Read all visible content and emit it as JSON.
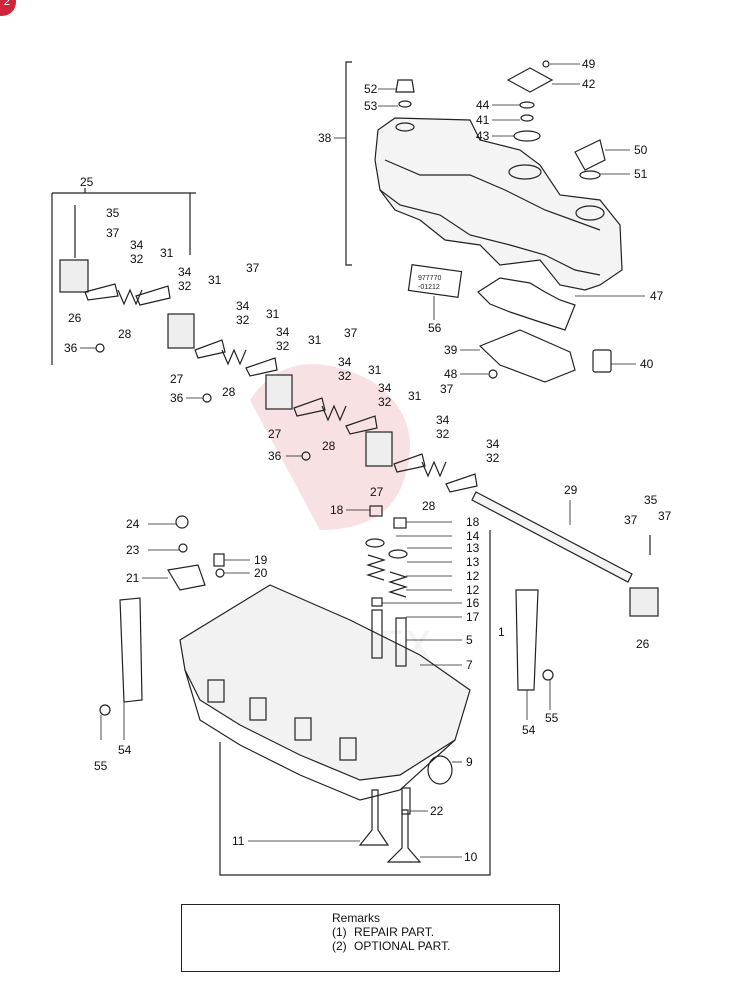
{
  "badge": {
    "text": "2",
    "color": "#d0243a"
  },
  "watermark": {
    "text": "SUTEX",
    "color": "#d0243a"
  },
  "remarks": {
    "title": "Remarks",
    "items": [
      {
        "code": "(1)",
        "text": "REPAIR PART."
      },
      {
        "code": "(2)",
        "text": "OPTIONAL PART."
      }
    ]
  },
  "part_labels": {
    "p1": "1",
    "p5": "5",
    "p7": "7",
    "p9": "9",
    "p10": "10",
    "p11": "11",
    "p12a": "12",
    "p12b": "12",
    "p13a": "13",
    "p13b": "13",
    "p14": "14",
    "p16": "16",
    "p17": "17",
    "p18a": "18",
    "p18b": "18",
    "p19": "19",
    "p20": "20",
    "p21": "21",
    "p22": "22",
    "p23": "23",
    "p24": "24",
    "p25": "25",
    "p26a": "26",
    "p26b": "26",
    "p27a": "27",
    "p27b": "27",
    "p27c": "27",
    "p28a": "28",
    "p28b": "28",
    "p28c": "28",
    "p28d": "28",
    "p29": "29",
    "p31a": "31",
    "p31b": "31",
    "p31c": "31",
    "p31d": "31",
    "p31e": "31",
    "p31f": "31",
    "p32a": "32",
    "p32b": "32",
    "p32c": "32",
    "p32d": "32",
    "p32e": "32",
    "p32f": "32",
    "p32g": "32",
    "p32h": "32",
    "p34a": "34",
    "p34b": "34",
    "p34c": "34",
    "p34d": "34",
    "p34e": "34",
    "p34f": "34",
    "p34g": "34",
    "p34h": "34",
    "p35a": "35",
    "p35b": "35",
    "p36a": "36",
    "p36b": "36",
    "p36c": "36",
    "p37a": "37",
    "p37b": "37",
    "p37c": "37",
    "p37d": "37",
    "p37e": "37",
    "p37f": "37",
    "p38": "38",
    "p39": "39",
    "p40": "40",
    "p41": "41",
    "p42": "42",
    "p43": "43",
    "p44": "44",
    "p47": "47",
    "p48": "48",
    "p49": "49",
    "p50": "50",
    "p51": "51",
    "p52": "52",
    "p53": "53",
    "p54a": "54",
    "p54b": "54",
    "p55a": "55",
    "p55b": "55",
    "p56": "56"
  },
  "tube_text": {
    "line1": "977770",
    "line2": "-01212"
  }
}
